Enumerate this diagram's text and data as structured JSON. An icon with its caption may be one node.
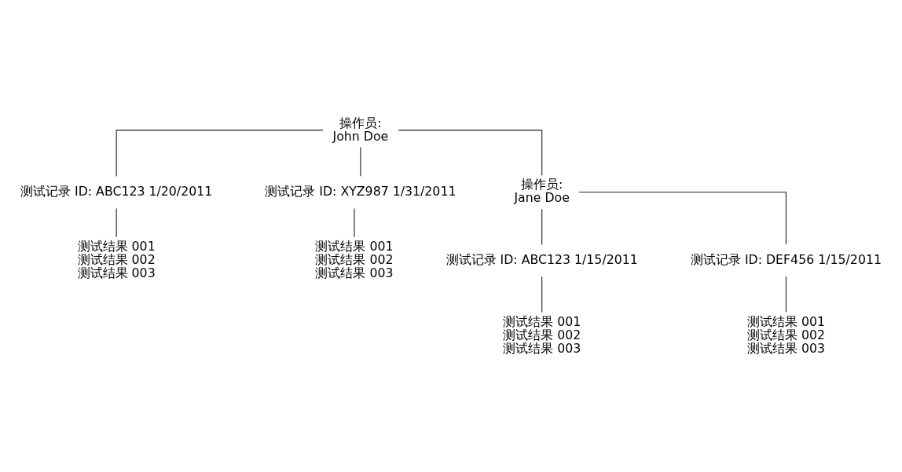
{
  "diagram": {
    "nodes": [
      {
        "text": [
          "操作员:",
          "John Doe"
        ]
      },
      {
        "text": [
          "测试记录 ID: ABC123 1/20/2011"
        ]
      },
      {
        "text": [
          "测试结果 001",
          "测试结果 002",
          "测试结果 003"
        ]
      },
      {
        "text": [
          "测试记录 ID: XYZ987 1/31/2011"
        ]
      },
      {
        "text": [
          "测试结果 001",
          "测试结果 002",
          "测试结果 003"
        ]
      },
      {
        "text": [
          "操作员:",
          "Jane Doe"
        ]
      },
      {
        "text": [
          "测试记录 ID: ABC123 1/15/2011"
        ]
      },
      {
        "text": [
          "测试结果 001",
          "测试结果 002",
          "测试结果 003"
        ]
      },
      {
        "text": [
          "测试记录 ID: DEF456 1/15/2011"
        ]
      },
      {
        "text": [
          "测试结果 001",
          "测试结果 002",
          "测试结果 003"
        ]
      }
    ],
    "edges": [
      {
        "from": 0,
        "to": 5,
        "arrow": "none"
      },
      {
        "from": 0,
        "to": 1,
        "arrow": "none"
      },
      {
        "from": 1,
        "to": 2,
        "arrow": "none"
      },
      {
        "from": 0,
        "to": 3,
        "arrow": "none"
      },
      {
        "from": 3,
        "to": 4,
        "arrow": "none"
      },
      {
        "from": 5,
        "to": 6,
        "arrow": "none"
      },
      {
        "from": 6,
        "to": 7,
        "arrow": "none"
      },
      {
        "from": 5,
        "to": 8,
        "arrow": "none"
      },
      {
        "from": 8,
        "to": 9,
        "arrow": "none"
      }
    ]
  }
}
